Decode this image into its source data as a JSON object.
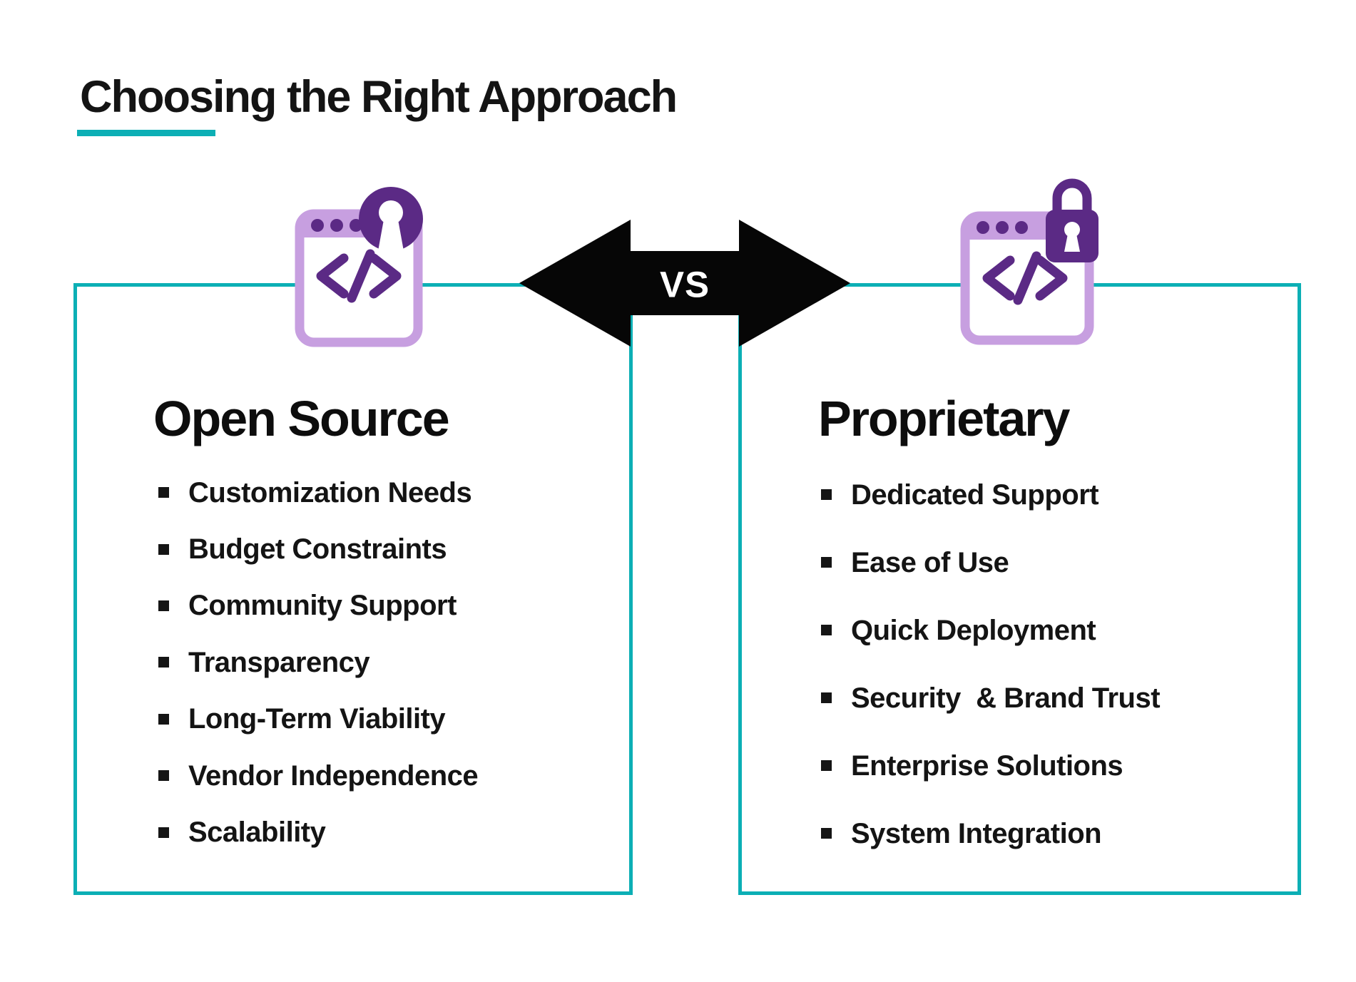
{
  "title": {
    "text": "Choosing the Right Approach"
  },
  "versus": {
    "label": "VS"
  },
  "colors": {
    "teal": "#0cafb5",
    "purple_dark": "#5b2a85",
    "purple_light": "#c79fe0",
    "arrow_black": "#060606",
    "text_black": "#141414"
  },
  "left_panel": {
    "heading": "Open Source",
    "icon": "open-source-code-window-icon",
    "items": [
      "Customization Needs",
      "Budget Constraints",
      "Community Support",
      "Transparency",
      "Long-Term Viability",
      "Vendor Independence",
      "Scalability"
    ]
  },
  "right_panel": {
    "heading": "Proprietary",
    "icon": "padlock-code-window-icon",
    "items": [
      "Dedicated Support",
      "Ease of Use",
      "Quick Deployment",
      "Security  & Brand Trust",
      "Enterprise Solutions",
      "System Integration"
    ]
  }
}
